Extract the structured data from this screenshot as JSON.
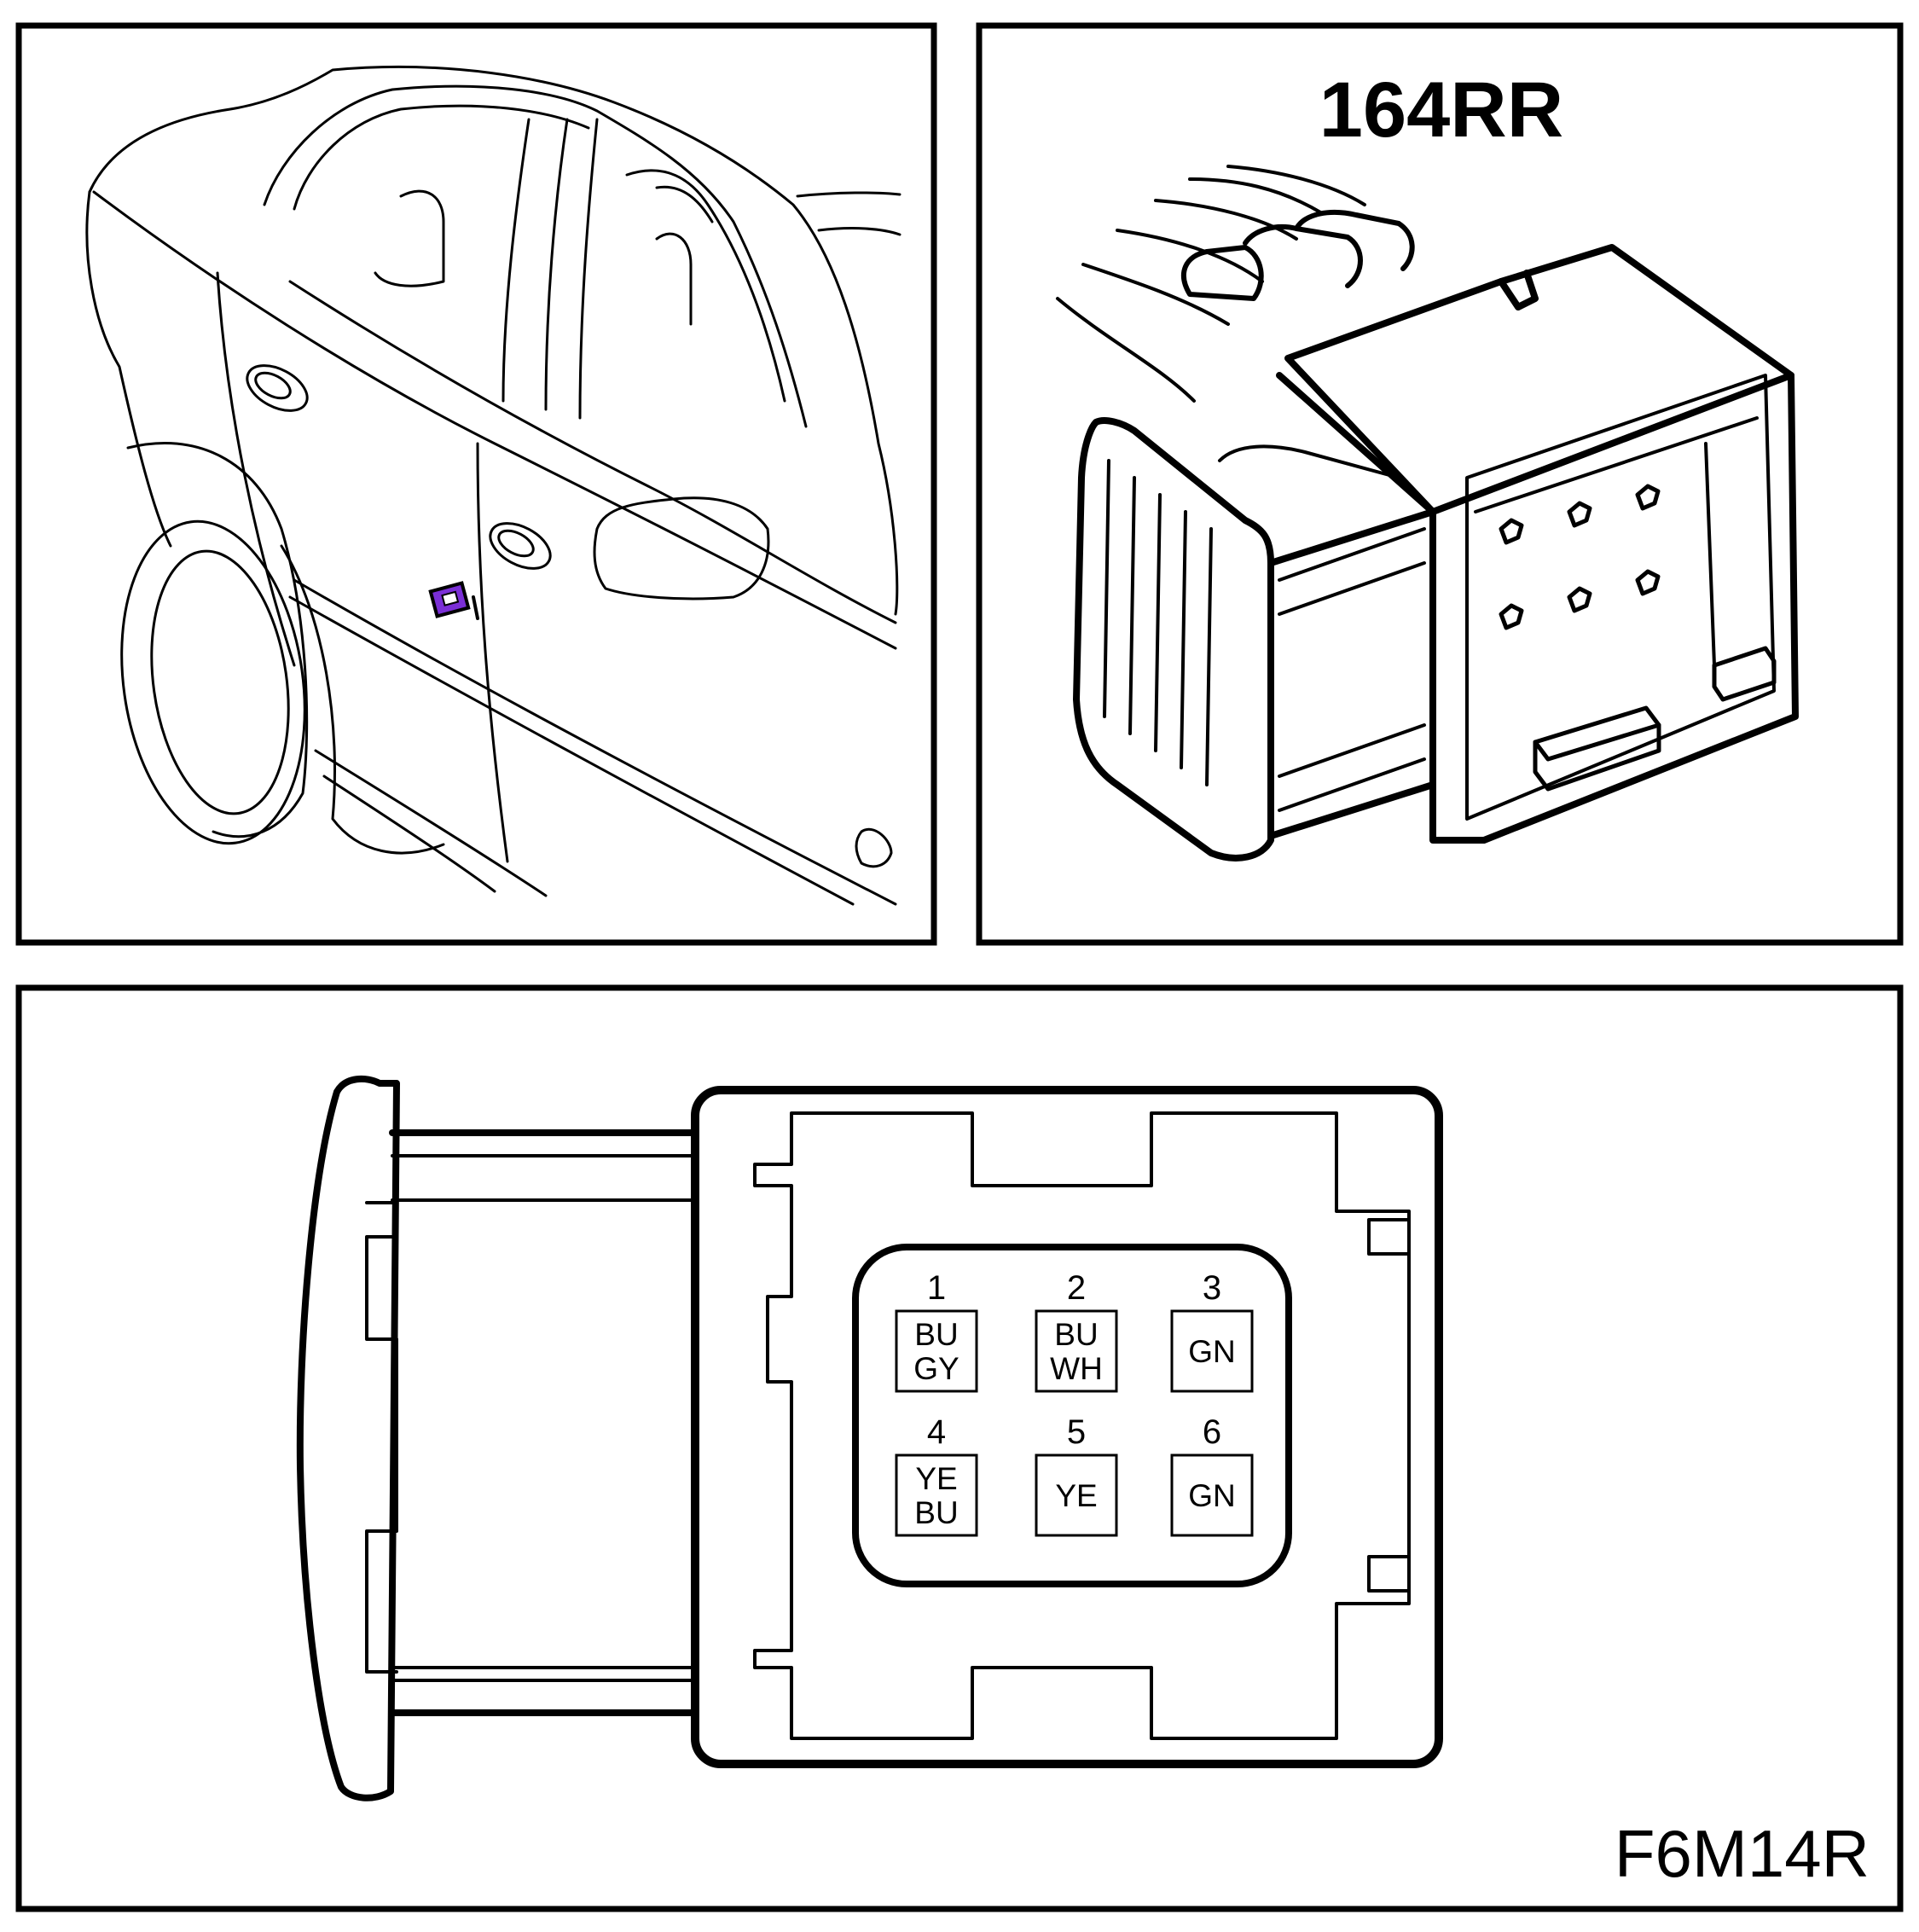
{
  "connector": {
    "title": "164RR",
    "figure_id": "F6M14R",
    "location_marker_color": "#7b2fd6"
  },
  "pins": [
    {
      "number": "1",
      "wire": [
        "BU",
        "GY"
      ]
    },
    {
      "number": "2",
      "wire": [
        "BU",
        "WH"
      ]
    },
    {
      "number": "3",
      "wire": [
        "GN"
      ]
    },
    {
      "number": "4",
      "wire": [
        "YE",
        "BU"
      ]
    },
    {
      "number": "5",
      "wire": [
        "YE"
      ]
    },
    {
      "number": "6",
      "wire": [
        "GN"
      ]
    }
  ]
}
